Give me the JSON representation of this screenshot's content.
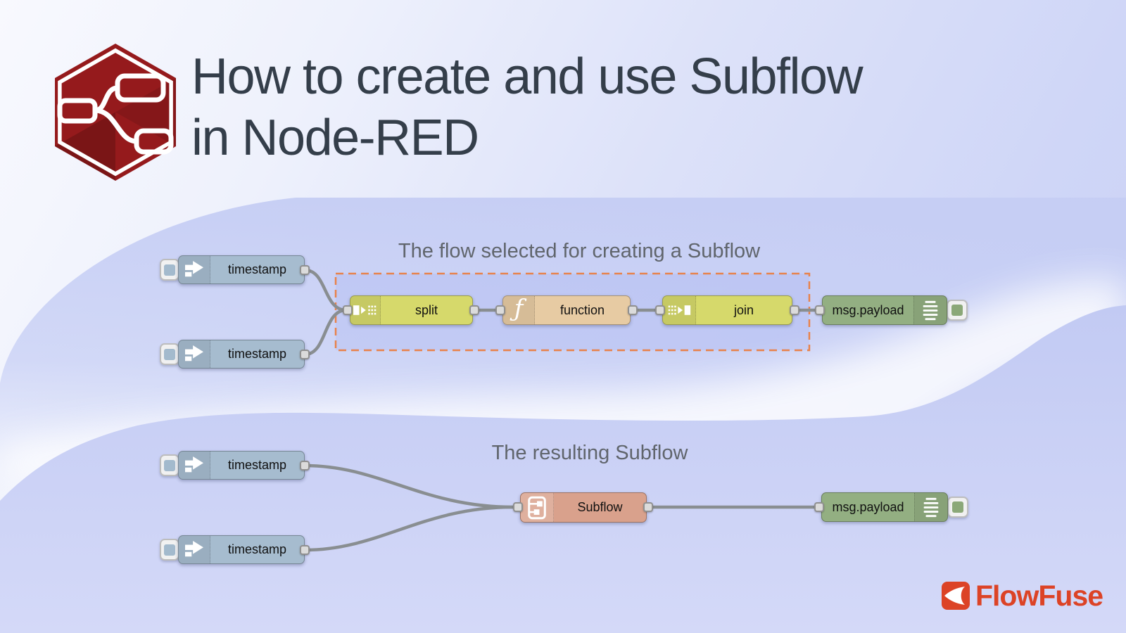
{
  "header": {
    "title_line1": "How to create and use Subflow",
    "title_line2": "in Node-RED"
  },
  "flow1": {
    "caption": "The flow selected for creating a Subflow",
    "nodes": [
      {
        "type": "inject",
        "label": "timestamp"
      },
      {
        "type": "inject",
        "label": "timestamp"
      },
      {
        "type": "split",
        "label": "split"
      },
      {
        "type": "function",
        "label": "function"
      },
      {
        "type": "join",
        "label": "join"
      },
      {
        "type": "debug",
        "label": "msg.payload"
      }
    ]
  },
  "flow2": {
    "caption": "The resulting Subflow",
    "nodes": [
      {
        "type": "inject",
        "label": "timestamp"
      },
      {
        "type": "inject",
        "label": "timestamp"
      },
      {
        "type": "subflow",
        "label": "Subflow"
      },
      {
        "type": "debug",
        "label": "msg.payload"
      }
    ]
  },
  "branding": {
    "wordmark": "FlowFuse"
  },
  "icons": {
    "logo": "node-red-hexagon-logo",
    "inject": "arrow-in-icon",
    "split": "split-icon",
    "function": "function-f-icon",
    "join": "join-icon",
    "debug": "list-icon",
    "subflow": "subflow-icon",
    "flowfuse": "flowfuse-mark-icon"
  },
  "colors": {
    "inject_node": "#A6BCCF",
    "split_join_node": "#D6D96B",
    "function_node": "#E7CBA3",
    "debug_node": "#93AF82",
    "subflow_node": "#D9A18C",
    "selection_dash": "#E8824B",
    "wire": "#898E91",
    "flowfuse_red": "#DC4326",
    "node_red_red": "#951A1C",
    "title_text": "#343E4A",
    "caption_text": "#60656C"
  }
}
